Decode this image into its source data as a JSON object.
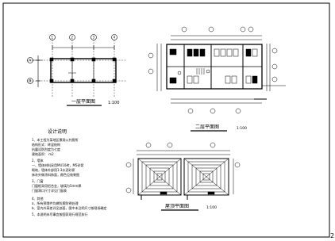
{
  "drawing": {
    "page_number": "2",
    "plan_first_floor": {
      "title": "一层平面图",
      "scale": "1:100",
      "axes_top": [
        "1",
        "2",
        "3",
        "4"
      ],
      "axes_left": [
        "A",
        "B"
      ]
    },
    "plan_second_floor": {
      "title": "二层平面图",
      "scale": "1:100"
    },
    "plan_roof": {
      "title": "屋顶平面图",
      "scale": "1:100"
    },
    "design_notes": {
      "title": "设计说明",
      "lines": [
        "1、本工程为某地区景观公共厕所",
        "   结构形式：砖混结构",
        "   抗震设防烈度为七度",
        "   建筑面积：    m2",
        "2、墙体",
        "   一、墙体材料采用MU10砖，M5砂浆",
        "   砌筑，墙体外部用1:3水泥砂浆",
        "   抹灰外做涂料饰面，颜色见效果图",
        "3、门窗",
        "   门窗框采用铝合金，玻璃为5mm厚",
        "   门窗洞口尺寸详见门窗表",
        "4、其他",
        "   a、所有预埋件均做防腐防锈处理",
        "   b、室内外高差详见剖面，图中未注明尺寸按现场确定",
        "5、本说明未尽事宜按国家现行规范执行"
      ]
    }
  }
}
